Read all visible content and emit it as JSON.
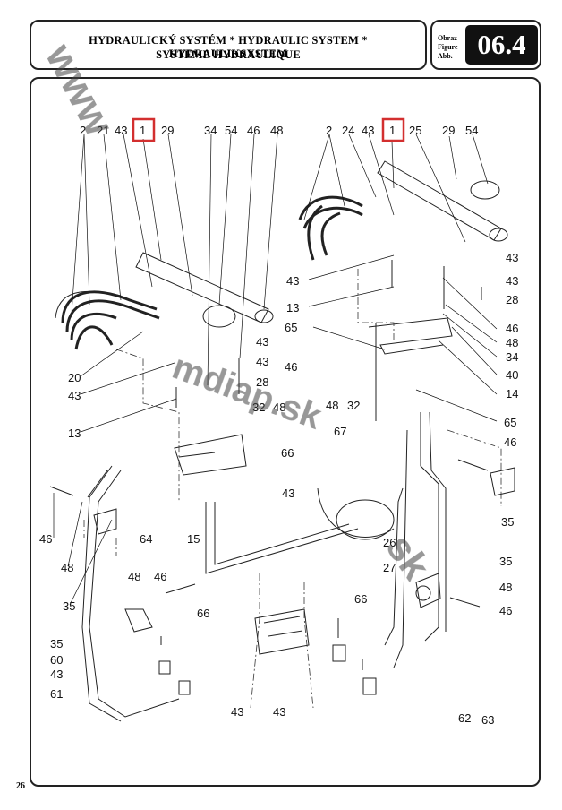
{
  "header": {
    "title_line1": "HYDRAULICKÝ SYSTÉM * HYDRAULIC SYSTEM * HYDRAULIKSYSTEM",
    "title_line2": "SYSTEME HYDRAULIQUE",
    "fig_label_1": "Obraz",
    "fig_label_2": "Figure",
    "fig_label_3": "Abb.",
    "figure_number": "06.4"
  },
  "page_number": "26",
  "watermark": "www.mdiap.sk",
  "highlight_color": "#d32f2f",
  "callouts": {
    "top_left": [
      "2",
      "21",
      "43",
      "1",
      "29",
      "34",
      "54",
      "46",
      "48"
    ],
    "top_right": [
      "2",
      "24",
      "43",
      "1",
      "25",
      "29",
      "54"
    ],
    "right_side": [
      "43",
      "43",
      "28",
      "46",
      "48",
      "34",
      "40",
      "14",
      "65",
      "46",
      "35",
      "35",
      "48",
      "46"
    ],
    "left_side": [
      "20",
      "43",
      "13",
      "46",
      "48",
      "35",
      "35",
      "60",
      "43",
      "61"
    ],
    "center": [
      "43",
      "13",
      "65",
      "43",
      "43",
      "28",
      "46",
      "48",
      "32",
      "32",
      "48",
      "66",
      "67",
      "43",
      "64",
      "15",
      "26",
      "27",
      "48",
      "46",
      "66",
      "43",
      "66",
      "43",
      "62",
      "63"
    ]
  }
}
